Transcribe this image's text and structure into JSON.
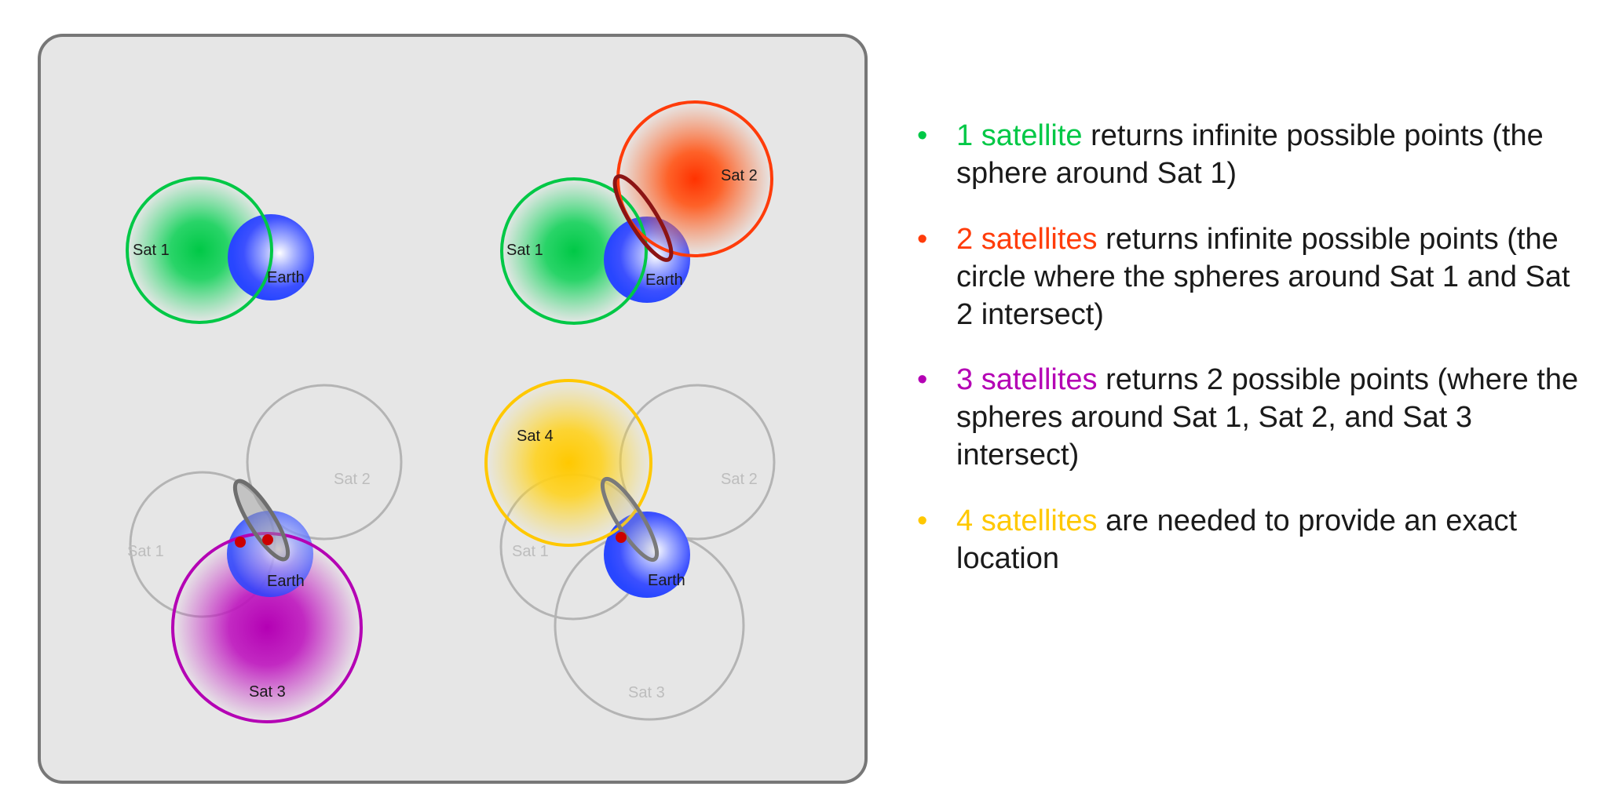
{
  "colors": {
    "sat1": "#00c846",
    "sat2": "#ff3c0a",
    "sat3": "#b400b4",
    "sat4": "#ffc800",
    "earth": "#2846ff",
    "faded": "#b4b4b4",
    "panel": "#e6e6e6",
    "intersection": "#cc0000",
    "text": "#1a1a1a"
  },
  "diagram": {
    "panel1": {
      "sat1_label": "Sat 1",
      "earth_label": "Earth"
    },
    "panel2": {
      "sat1_label": "Sat 1",
      "sat2_label": "Sat 2",
      "earth_label": "Earth"
    },
    "panel3": {
      "sat1_label": "Sat 1",
      "sat2_label": "Sat 2",
      "sat3_label": "Sat 3",
      "earth_label": "Earth"
    },
    "panel4": {
      "sat1_label": "Sat 1",
      "sat2_label": "Sat 2",
      "sat3_label": "Sat 3",
      "sat4_label": "Sat 4",
      "earth_label": "Earth"
    }
  },
  "legend": [
    {
      "highlight": "1 satellite",
      "text": " returns infinite possible points (the sphere around Sat 1)",
      "color_key": "sat1"
    },
    {
      "highlight": "2 satellites",
      "text": " returns infinite possible points (the circle where the spheres around Sat 1 and Sat 2 intersect)",
      "color_key": "sat2"
    },
    {
      "highlight": "3 satellites",
      "text": " returns 2 possible points (where the spheres around Sat 1, Sat 2, and Sat 3 intersect)",
      "color_key": "sat3"
    },
    {
      "highlight": "4 satellites",
      "text": " are needed to provide an exact location",
      "color_key": "sat4"
    }
  ],
  "bullet_char": "•"
}
